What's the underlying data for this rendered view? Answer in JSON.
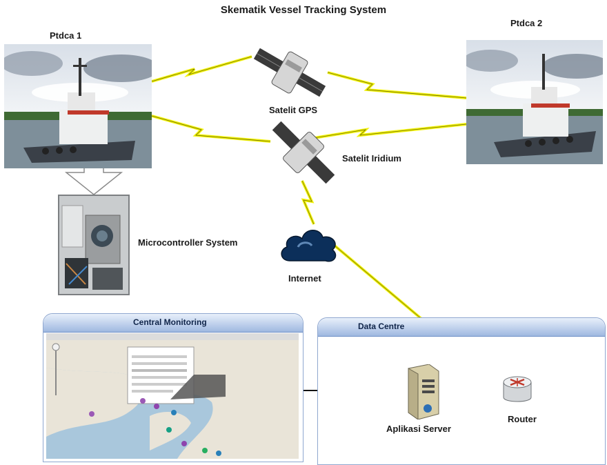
{
  "title": "Skematik Vessel Tracking System",
  "labels": {
    "vessel1": "Ptdca 1",
    "vessel2": "Ptdca 2",
    "satellite_gps": "Satelit GPS",
    "satellite_iridium": "Satelit Iridium",
    "microcontroller": "Microcontroller System",
    "internet": "Internet",
    "central_monitoring": "Central Monitoring",
    "data_centre": "Data Centre",
    "app_server": "Aplikasi Server",
    "router": "Router"
  },
  "colors": {
    "lightning": "#f2f20a",
    "panel_header": "#9fb8e0",
    "cloud": "#0c2f5a",
    "map_sea": "#a9c7dc",
    "map_land": "#e9e4d8"
  }
}
